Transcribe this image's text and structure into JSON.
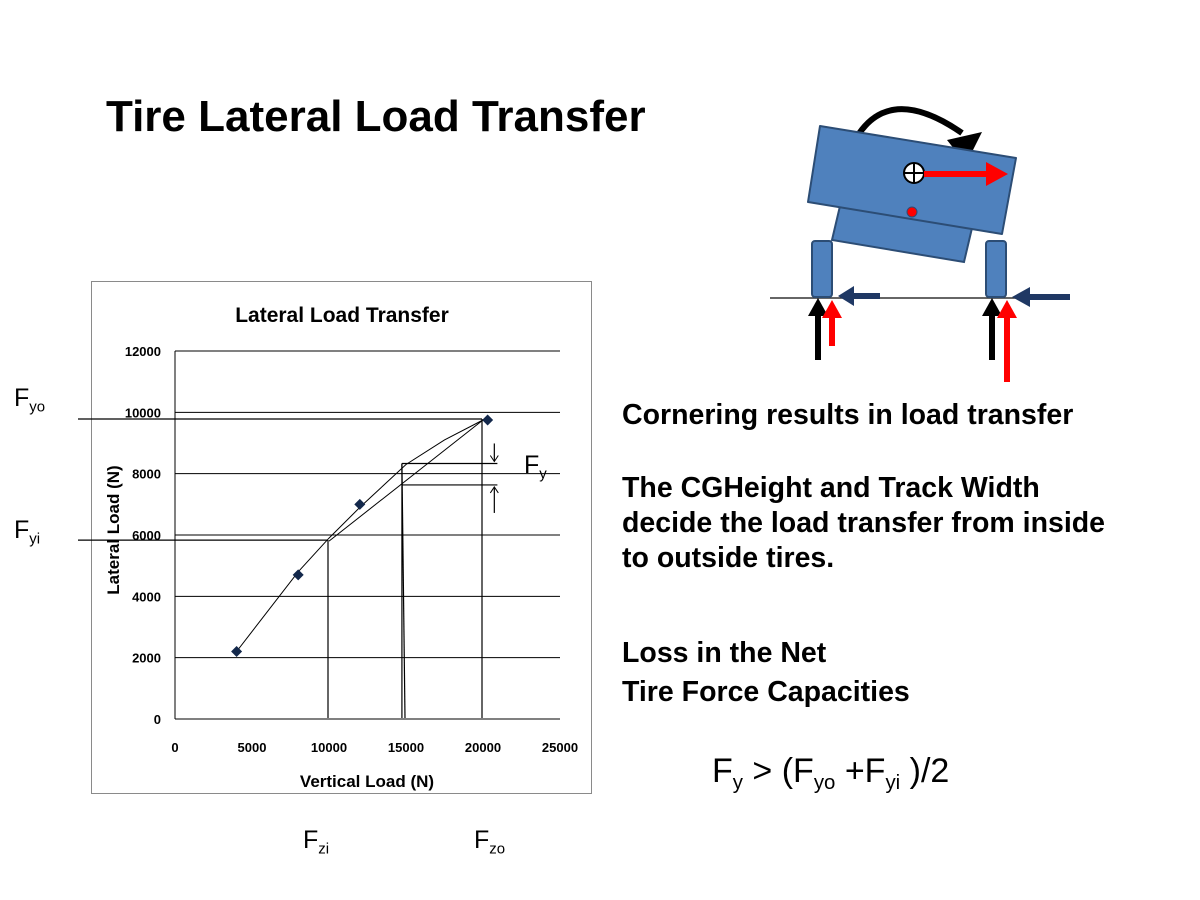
{
  "slide": {
    "title": "Tire Lateral Load Transfer",
    "bullet_1": "Cornering results in load transfer",
    "bullet_2_lines": [
      "The CGHeight  and Track Width",
      "decide the load transfer from inside",
      "to outside tires."
    ],
    "bullet_3_lines": [
      "Loss in the Net",
      "Tire Force Capacities"
    ]
  },
  "labels": {
    "fyo": {
      "base": "F",
      "sub": "yo"
    },
    "fyi": {
      "base": "F",
      "sub": "yi"
    },
    "fy": {
      "base": "F",
      "sub": "y"
    },
    "fzi": {
      "base": "F",
      "sub": "zi"
    },
    "fzo": {
      "base": "F",
      "sub": "zo"
    }
  },
  "formula": {
    "p1": "F",
    "s1": "y",
    "p2": " > (F",
    "s2": "yo",
    "p3": " +F",
    "s3": "yi",
    "p4": " )/2"
  },
  "chart_data": {
    "type": "scatter",
    "title": "Lateral Load Transfer",
    "xlabel": "Vertical Load (N)",
    "ylabel": "Lateral Load (N)",
    "xlim": [
      0,
      25000
    ],
    "ylim": [
      0,
      12000
    ],
    "x_ticks": [
      0,
      5000,
      10000,
      15000,
      20000,
      25000
    ],
    "y_ticks": [
      0,
      2000,
      4000,
      6000,
      8000,
      10000,
      12000
    ],
    "grid": "horizontal",
    "points": [
      {
        "x": 4000,
        "y": 2200
      },
      {
        "x": 8000,
        "y": 4700
      },
      {
        "x": 12000,
        "y": 7000
      },
      {
        "x": 20300,
        "y": 9750
      }
    ],
    "fit_curve": [
      [
        4000,
        2200
      ],
      [
        8000,
        4800
      ],
      [
        10000,
        5900
      ],
      [
        12000,
        6900
      ],
      [
        15000,
        8300
      ],
      [
        17500,
        9100
      ],
      [
        20000,
        9750
      ]
    ],
    "chord": [
      [
        10000,
        5800
      ],
      [
        20000,
        9750
      ]
    ],
    "marker_color": "#13284b"
  },
  "diagram": {
    "body_color": "#4f81bd",
    "body_edge_color": "#2c4d75",
    "force_red": "#ff0000",
    "force_dark": "#1f3864",
    "moment_arrow_color": "#000000",
    "icons": [
      "cg-symbol-icon",
      "roll-moment-arrow-icon",
      "lateral-force-arrow-icon",
      "vertical-force-arrow-icon"
    ]
  }
}
